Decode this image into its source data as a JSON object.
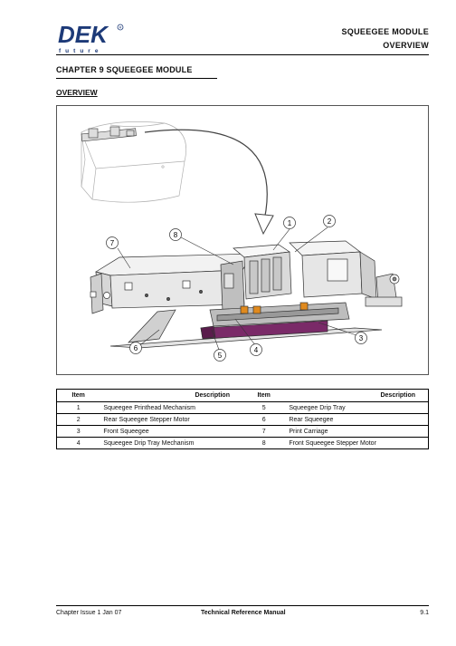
{
  "header": {
    "logo_text": "DEK",
    "logo_tagline": "f u t u r e",
    "module": "SQUEEGEE MODULE",
    "section": "OVERVIEW"
  },
  "chapter_title": "CHAPTER 9  SQUEEGEE MODULE",
  "section_heading": "OVERVIEW",
  "figure": {
    "callouts": [
      "1",
      "2",
      "3",
      "4",
      "5",
      "6",
      "7",
      "8"
    ]
  },
  "legend_table": {
    "headers": [
      "Item",
      "Description",
      "Item",
      "Description"
    ],
    "rows": [
      [
        "1",
        "Squeegee Printhead Mechanism",
        "5",
        "Squeegee Drip Tray"
      ],
      [
        "2",
        "Rear Squeegee Stepper Motor",
        "6",
        "Rear Squeegee"
      ],
      [
        "3",
        "Front Squeegee",
        "7",
        "Print Carriage"
      ],
      [
        "4",
        "Squeegee Drip Tray Mechanism",
        "8",
        "Front Squeegee Stepper Motor"
      ]
    ]
  },
  "footer": {
    "issue": "Chapter Issue 1  Jan 07",
    "manual": "Technical Reference Manual",
    "page": "9.1"
  },
  "colors": {
    "logo_blue": "#1d3a78",
    "drip_tray_purple": "#7a2a68",
    "connector_orange": "#e08a1e"
  }
}
